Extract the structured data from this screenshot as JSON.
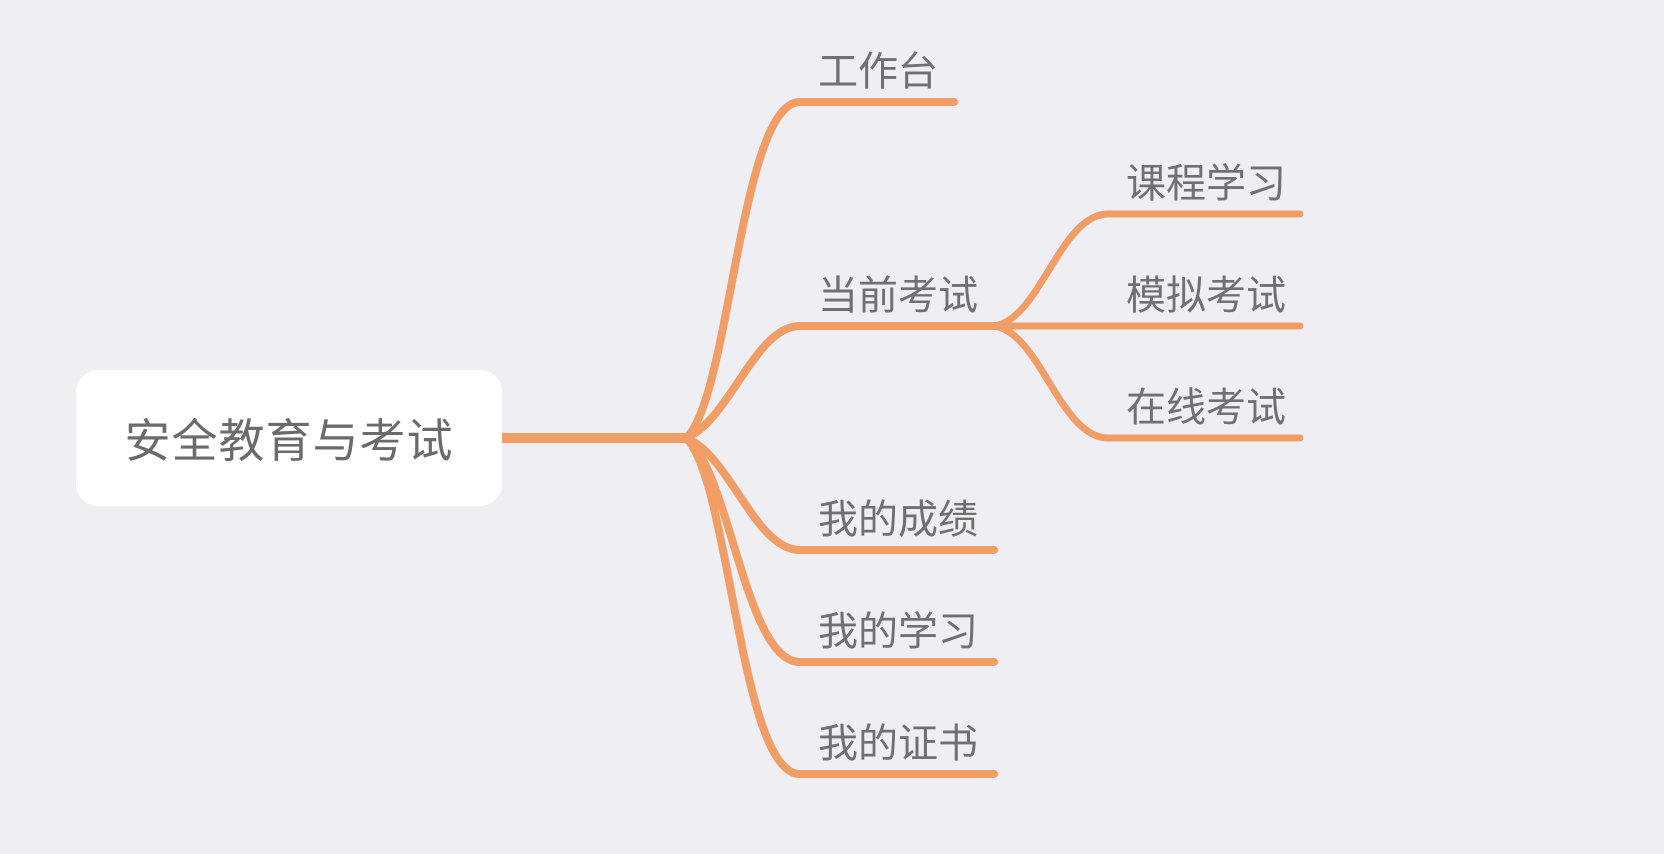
{
  "colors": {
    "background": "#efeef3",
    "branch": "#f09d66",
    "root_fill": "#ffffff",
    "text": "#707070"
  },
  "root": {
    "label": "安全教育与考试"
  },
  "branches": [
    {
      "label": "工作台",
      "children": []
    },
    {
      "label": "当前考试",
      "children": [
        {
          "label": "课程学习"
        },
        {
          "label": "模拟考试"
        },
        {
          "label": "在线考试"
        }
      ]
    },
    {
      "label": "我的成绩",
      "children": []
    },
    {
      "label": "我的学习",
      "children": []
    },
    {
      "label": "我的证书",
      "children": []
    }
  ]
}
